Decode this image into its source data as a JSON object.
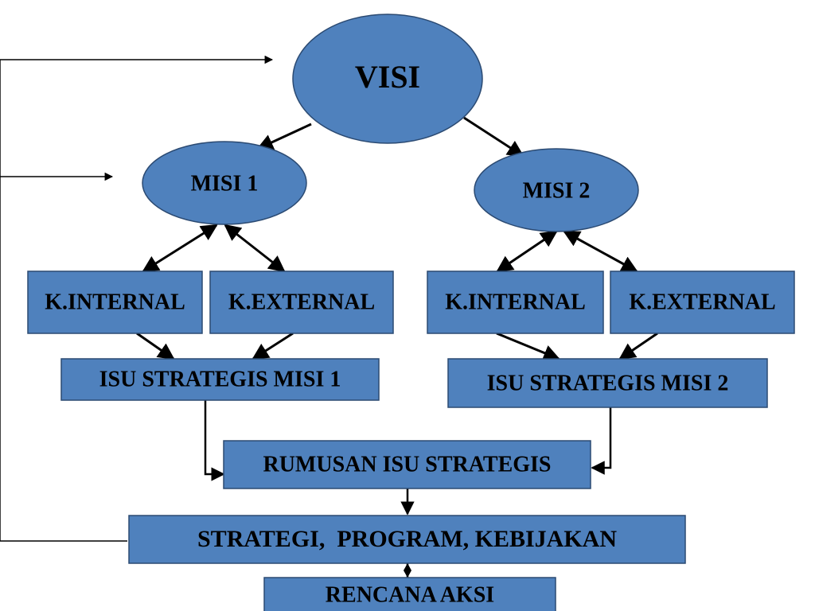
{
  "diagram": {
    "colors": {
      "node_fill": "#4f81bd",
      "node_stroke": "#2b4a72",
      "line": "#000000",
      "text": "#000000"
    },
    "nodes": {
      "visi": "VISI",
      "misi_1": "MISI 1",
      "misi_2": "MISI 2",
      "k_internal_1": "K.INTERNAL",
      "k_external_1": "K.EXTERNAL",
      "k_internal_2": "K.INTERNAL",
      "k_external_2": "K.EXTERNAL",
      "isu_strategis_misi_1": "ISU STRATEGIS MISI 1",
      "isu_strategis_misi_2": "ISU STRATEGIS MISI 2",
      "rumusan_isu_strategis": "RUMUSAN ISU STRATEGIS",
      "strategi_program_kebijakan": "STRATEGI,  PROGRAM, KEBIJAKAN",
      "rencana_aksi": "RENCANA AKSI"
    },
    "edges": [
      {
        "from": "visi",
        "to": "misi_1",
        "type": "arrow"
      },
      {
        "from": "visi",
        "to": "misi_2",
        "type": "arrow"
      },
      {
        "from": "misi_1",
        "to": "k_internal_1",
        "type": "double-arrow"
      },
      {
        "from": "misi_1",
        "to": "k_external_1",
        "type": "double-arrow"
      },
      {
        "from": "misi_2",
        "to": "k_internal_2",
        "type": "double-arrow"
      },
      {
        "from": "misi_2",
        "to": "k_external_2",
        "type": "double-arrow"
      },
      {
        "from": "k_internal_1",
        "to": "isu_strategis_misi_1",
        "type": "arrow"
      },
      {
        "from": "k_external_1",
        "to": "isu_strategis_misi_1",
        "type": "arrow"
      },
      {
        "from": "k_internal_2",
        "to": "isu_strategis_misi_2",
        "type": "arrow"
      },
      {
        "from": "k_external_2",
        "to": "isu_strategis_misi_2",
        "type": "arrow"
      },
      {
        "from": "isu_strategis_misi_1",
        "to": "rumusan_isu_strategis",
        "type": "arrow"
      },
      {
        "from": "isu_strategis_misi_2",
        "to": "rumusan_isu_strategis",
        "type": "arrow"
      },
      {
        "from": "rumusan_isu_strategis",
        "to": "strategi_program_kebijakan",
        "type": "arrow"
      },
      {
        "from": "strategi_program_kebijakan",
        "to": "rencana_aksi",
        "type": "diamond-connector"
      },
      {
        "from": "strategi_program_kebijakan",
        "to": "visi",
        "type": "feedback-arrow"
      },
      {
        "from": "strategi_program_kebijakan",
        "to": "misi_1",
        "type": "feedback-arrow"
      }
    ]
  }
}
